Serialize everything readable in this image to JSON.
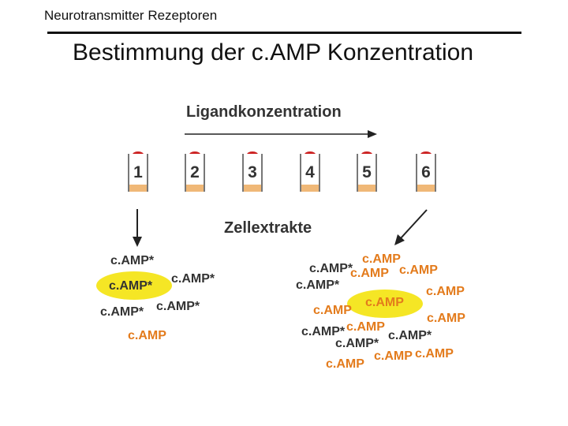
{
  "header": {
    "subtitle": "Neurotransmitter Rezeptoren",
    "title": "Bestimmung der c.AMP Konzentration"
  },
  "diagram": {
    "ligand_label": "Ligandkonzentration",
    "extract_label": "Zellextrakte",
    "tubes": [
      "1",
      "2",
      "3",
      "4",
      "5",
      "6"
    ],
    "left_group": {
      "labels": [
        "c.AMP*",
        "c.AMP*",
        "c.AMP*",
        "c.AMP*",
        "c.AMP*",
        "c.AMP"
      ],
      "highlight": "c.AMP*"
    },
    "right_group": {
      "labels": [
        "c.AMP*",
        "c.AMP",
        "c.AMP",
        "c.AMP",
        "c.AMP*",
        "c.AMP",
        "c.AMP",
        "c.AMP",
        "c.AMP*",
        "c.AMP",
        "c.AMP*",
        "c.AMP*",
        "c.AMP",
        "c.AMP",
        "c.AMP"
      ],
      "highlight": "c.AMP"
    },
    "colors": {
      "labeled": "#333333",
      "unlabeled": "#e37b1c",
      "highlight_fill": "#f5e625",
      "liquid": "#f0b877",
      "drop": "#cc2222"
    }
  }
}
